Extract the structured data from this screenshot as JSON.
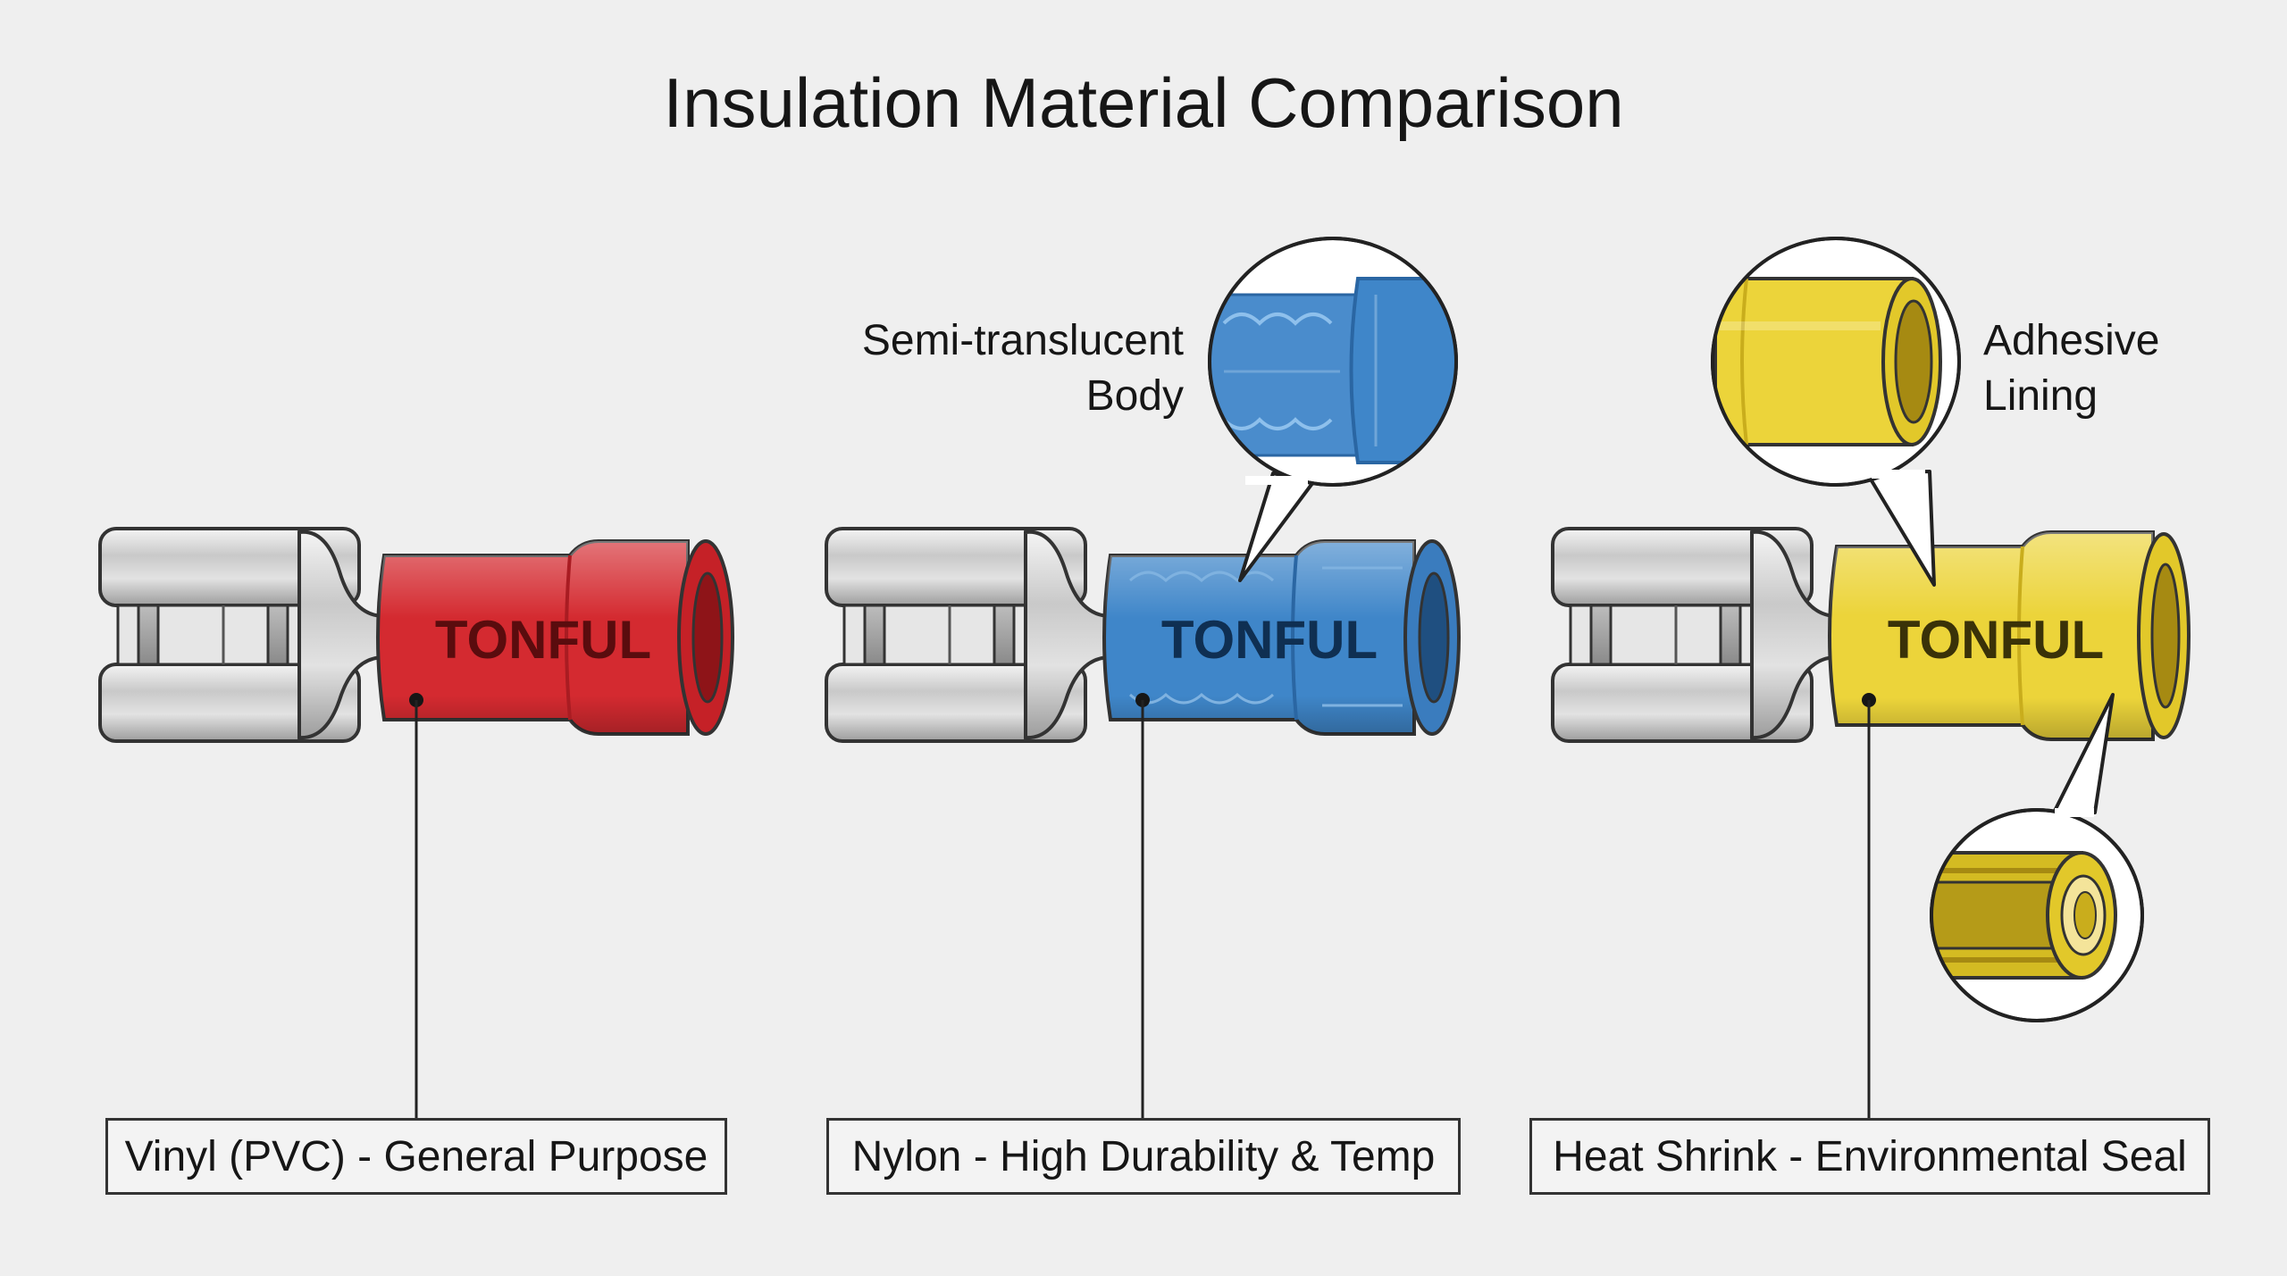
{
  "title": "Insulation Material Comparison",
  "terminals": [
    {
      "brand": "TONFUL",
      "label": "Vinyl (PVC) - General Purpose",
      "color": "#d42a30",
      "shade": "#a91c22",
      "text_color": "#5a0c0e"
    },
    {
      "brand": "TONFUL",
      "label": "Nylon - High Durability & Temp",
      "color": "#3f86c9",
      "shade": "#2a66a3",
      "text_color": "#0f2f52"
    },
    {
      "brand": "TONFUL",
      "label": "Heat Shrink - Environmental Seal",
      "color": "#ecd43a",
      "shade": "#c9ad1c",
      "text_color": "#3a3208"
    }
  ],
  "callouts": {
    "nylon": {
      "line1": "Semi-translucent",
      "line2": "Body"
    },
    "heat_shrink": {
      "line1": "Adhesive",
      "line2": "Lining"
    }
  }
}
